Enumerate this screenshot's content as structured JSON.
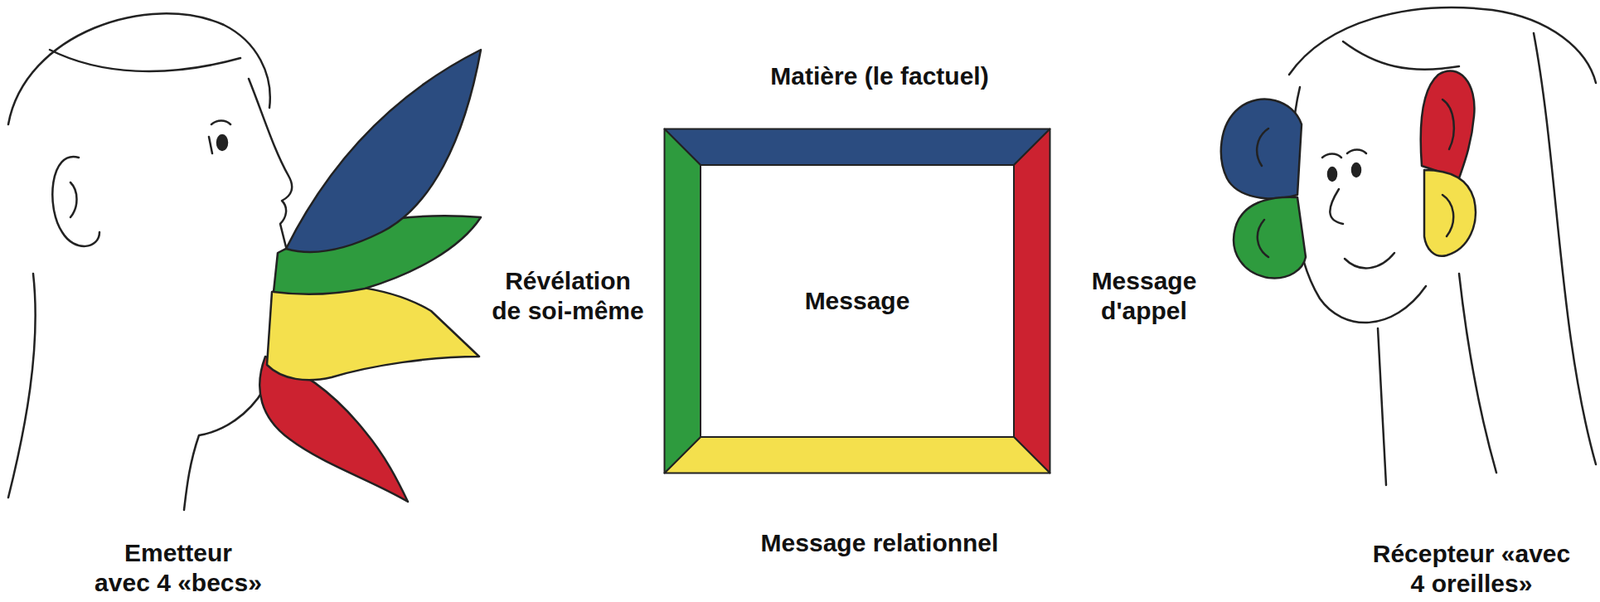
{
  "diagram": {
    "nodes": [
      {
        "text": [
          "Message"
        ]
      }
    ],
    "labels": [
      "Matière (le factuel)",
      "Révélation de soi-même",
      "Message d'appel",
      "Message relationnel",
      "Emetteur avec 4 «becs»",
      "Récepteur «avec 4 oreilles»"
    ]
  }
}
